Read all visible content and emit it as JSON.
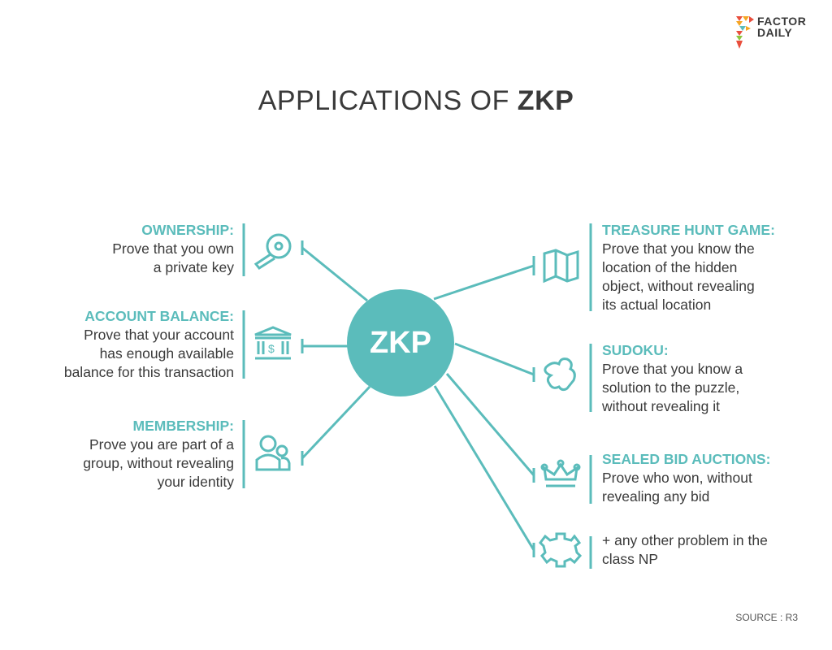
{
  "brand": {
    "line1": "FACTOR",
    "line2": "DAILY"
  },
  "title": {
    "prefix": "APPLICATIONS OF ",
    "bold": "ZKP"
  },
  "center": "ZKP",
  "left": [
    {
      "heading": "OWNERSHIP:",
      "lines": [
        "Prove that you own",
        "a private key"
      ],
      "icon": "key-icon"
    },
    {
      "heading": "ACCOUNT BALANCE:",
      "lines": [
        "Prove that your account",
        "has enough available",
        "balance for this transaction"
      ],
      "icon": "bank-icon"
    },
    {
      "heading": "MEMBERSHIP:",
      "lines": [
        "Prove you are part of a",
        "group, without revealing",
        "your identity"
      ],
      "icon": "group-icon"
    }
  ],
  "right": [
    {
      "heading": "TREASURE HUNT GAME:",
      "lines": [
        "Prove that you know the",
        "location of the hidden",
        "object, without revealing",
        "its actual location"
      ],
      "icon": "map-icon"
    },
    {
      "heading": "SUDOKU:",
      "lines": [
        "Prove that you know a",
        "solution to the puzzle,",
        "without revealing it"
      ],
      "icon": "puzzle-icon"
    },
    {
      "heading": "SEALED BID AUCTIONS:",
      "lines": [
        "Prove who won, without",
        "revealing any bid"
      ],
      "icon": "crown-icon"
    },
    {
      "heading": "",
      "lines": [
        "+ any other problem in the",
        "class NP"
      ],
      "icon": "gear-icon"
    }
  ],
  "source": "SOURCE : R3",
  "colors": {
    "accent": "#5bbcbb",
    "text": "#3a3a3a"
  }
}
